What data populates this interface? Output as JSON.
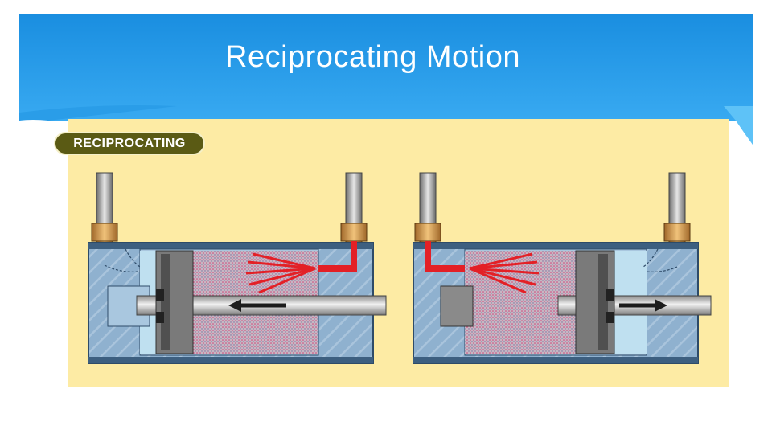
{
  "slide": {
    "title": "Reciprocating Motion",
    "badge_label": "RECIPROCATING"
  },
  "colors": {
    "banner_top": "#1a8ee0",
    "banner_bottom": "#3fb0f5",
    "panel": "#fdeba4",
    "badge": "#5a5a14",
    "pressure_air": "#e32026",
    "cylinder_body": "#7ea3c4",
    "piston": "#6e6e6e",
    "fitting": "#c8913e"
  },
  "diagrams": [
    {
      "name": "left-cylinder",
      "rod_direction": "retracting"
    },
    {
      "name": "right-cylinder",
      "rod_direction": "extending"
    }
  ]
}
